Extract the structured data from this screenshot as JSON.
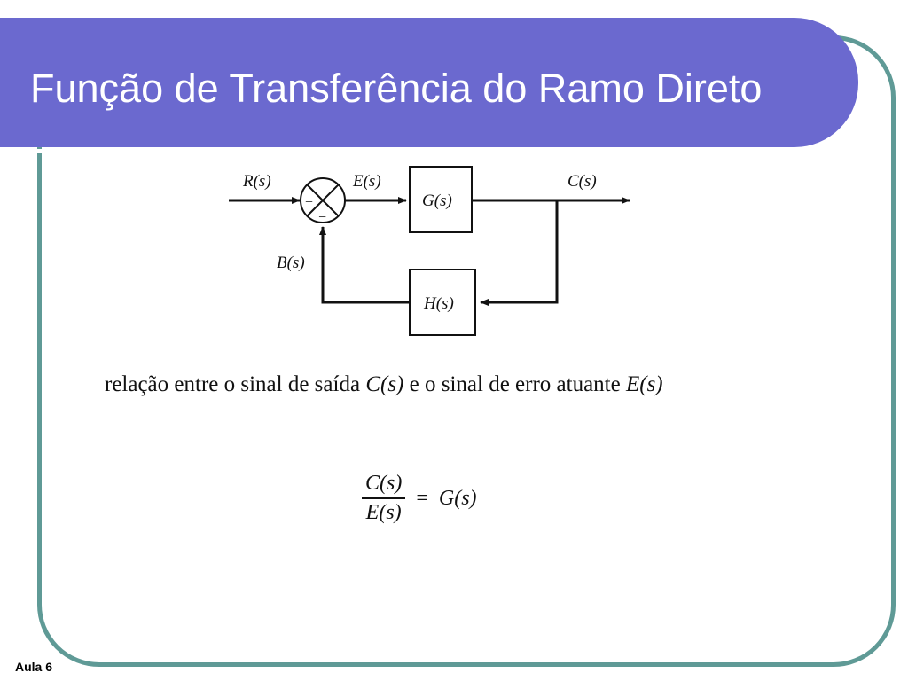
{
  "slide": {
    "title": "Função de Transferência do Ramo Direto",
    "footer": "Aula 6"
  },
  "diagram": {
    "input_label": "R(s)",
    "error_label": "E(s)",
    "forward_block": "G(s)",
    "output_label": "C(s)",
    "feedback_label": "B(s)",
    "feedback_block": "H(s)",
    "plus_sign": "+",
    "minus_sign": "−"
  },
  "text": {
    "prefix": "relação entre o sinal de saída ",
    "c_of_s": "C(s)",
    "middle": " e o sinal de erro atuante ",
    "e_of_s": "E(s)"
  },
  "formula": {
    "numerator": "C(s)",
    "denominator": "E(s)",
    "equals": "=",
    "rhs": "G(s)"
  },
  "colors": {
    "title_bg": "#6b69cf",
    "frame": "#5f9a96"
  }
}
